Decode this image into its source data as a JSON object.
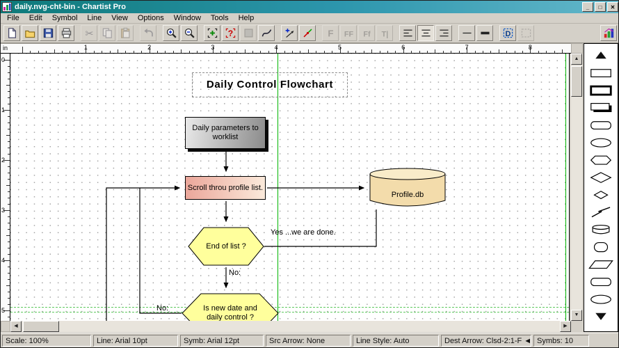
{
  "window": {
    "title": "daily.nvg-cht-bin - Chartist Pro",
    "minimize_glyph": "_",
    "maximize_glyph": "□",
    "close_glyph": "✕"
  },
  "menu": {
    "items": [
      "File",
      "Edit",
      "Symbol",
      "Line",
      "View",
      "Options",
      "Window",
      "Tools",
      "Help"
    ]
  },
  "toolbar": {
    "buttons": [
      {
        "icon": "new",
        "name": "new-button"
      },
      {
        "icon": "open",
        "name": "open-button"
      },
      {
        "icon": "save",
        "name": "save-button"
      },
      {
        "icon": "print",
        "name": "print-button"
      },
      {
        "sep": true
      },
      {
        "icon": "cut",
        "name": "cut-button",
        "disabled": true
      },
      {
        "icon": "copy",
        "name": "copy-button",
        "disabled": true
      },
      {
        "icon": "paste",
        "name": "paste-button",
        "disabled": true
      },
      {
        "sep": true
      },
      {
        "icon": "undo",
        "name": "undo-button",
        "disabled": true
      },
      {
        "sep": true
      },
      {
        "icon": "zoom-in",
        "name": "zoom-in-button"
      },
      {
        "icon": "zoom-out",
        "name": "zoom-out-button"
      },
      {
        "sep": true
      },
      {
        "icon": "new-symbol",
        "name": "new-symbol-button"
      },
      {
        "icon": "help-symbol",
        "name": "symbol-help-button"
      },
      {
        "icon": "fill-box",
        "name": "fill-style-button",
        "disabled": true
      },
      {
        "icon": "curve",
        "name": "curve-tool-button"
      },
      {
        "sep": true
      },
      {
        "icon": "add-line",
        "name": "add-line-button"
      },
      {
        "icon": "redraw-line",
        "name": "redraw-line-button"
      },
      {
        "sep": true
      },
      {
        "icon": "font-f",
        "name": "font-large-button",
        "disabled": true
      },
      {
        "icon": "font-ff",
        "name": "font-pair-button",
        "disabled": true
      },
      {
        "icon": "font-fmix",
        "name": "font-mixed-button",
        "disabled": true
      },
      {
        "icon": "font-t",
        "name": "text-style-button",
        "disabled": true
      },
      {
        "sep": true
      },
      {
        "icon": "align-left",
        "name": "align-left-button"
      },
      {
        "icon": "align-center",
        "name": "align-center-button",
        "pressed": true
      },
      {
        "icon": "align-right",
        "name": "align-right-button"
      },
      {
        "sep": true
      },
      {
        "icon": "line-thin",
        "name": "line-thin-button"
      },
      {
        "icon": "line-thick",
        "name": "line-thick-button"
      },
      {
        "sep": true
      },
      {
        "icon": "d-frame",
        "name": "dimension-frame-button"
      },
      {
        "icon": "marquee",
        "name": "selection-marquee-button",
        "disabled": true
      },
      {
        "icon": "logo",
        "name": "app-logo-button",
        "right": true
      }
    ]
  },
  "rulers": {
    "unit": "in",
    "h_numbers": [
      "1",
      "2",
      "3",
      "4",
      "5",
      "6",
      "7",
      "8"
    ],
    "v_numbers": [
      "0",
      "1",
      "2",
      "3",
      "4",
      "5"
    ]
  },
  "flowchart": {
    "title": "Daily Control Flowchart",
    "params_label": "Daily parameters to worklist",
    "scroll_label": "Scroll throu profile list.",
    "db_label": "Profile.db",
    "end_label": "End of list ?",
    "isnew_label": "Is new date and daily control ?",
    "yes_label": "Yes ...we are done.",
    "no1_label": "No:",
    "no2_label": "No:"
  },
  "shapes": {
    "items": [
      {
        "icon": "uarr",
        "name": "shapes-scroll-up-icon"
      },
      {
        "icon": "rect",
        "name": "rectangle-shape"
      },
      {
        "icon": "rect-bold",
        "name": "bold-rectangle-shape"
      },
      {
        "icon": "shadow",
        "name": "shadowed-rectangle-shape"
      },
      {
        "icon": "rounded",
        "name": "rounded-rectangle-shape"
      },
      {
        "icon": "oval",
        "name": "oval-shape"
      },
      {
        "icon": "hex",
        "name": "hexagon-shape"
      },
      {
        "icon": "diamond",
        "name": "diamond-shape"
      },
      {
        "icon": "diamond-sm",
        "name": "small-diamond-shape"
      },
      {
        "icon": "zigzag",
        "name": "zigzag-connector-shape"
      },
      {
        "icon": "cylinder",
        "name": "cylinder-shape"
      },
      {
        "icon": "capsule",
        "name": "capsule-shape"
      },
      {
        "icon": "para",
        "name": "parallelogram-shape"
      },
      {
        "icon": "rounded",
        "name": "rounded-rectangle2-shape"
      },
      {
        "icon": "oval",
        "name": "oval2-shape"
      },
      {
        "icon": "darr",
        "name": "shapes-scroll-down-icon"
      }
    ]
  },
  "scrollbars": {
    "up": "▲",
    "down": "▼",
    "left": "◀",
    "right": "▶"
  },
  "statusbar": {
    "fields": [
      {
        "name": "scale-status",
        "text": "Scale: 100%"
      },
      {
        "name": "line-font-status",
        "text": "Line: Arial 10pt"
      },
      {
        "name": "symbol-font-status",
        "text": "Symb: Arial 12pt"
      },
      {
        "name": "src-arrow-status",
        "text": "Src Arrow: None"
      },
      {
        "name": "line-style-status",
        "text": "Line Style: Auto"
      },
      {
        "name": "dest-arrow-status",
        "text": "Dest Arrow: Clsd-2:1-F",
        "glyph": "◄"
      },
      {
        "name": "symbol-count-status",
        "text": "Symbs: 10"
      }
    ]
  }
}
